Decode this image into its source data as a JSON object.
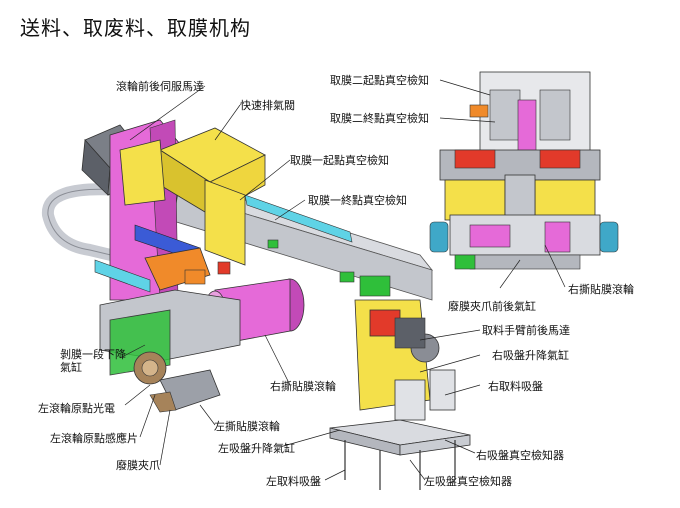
{
  "title": "送料、取废料、取膜机构",
  "labels": {
    "l1": "滾輪前後伺服馬達",
    "l2": "快速排氣閥",
    "l3": "取膜一起點真空檢知",
    "l4": "取膜一終點真空檢知",
    "l5": "取膜二起點真空檢知",
    "l6": "取膜二終點真空檢知",
    "l7": "右撕貼膜滾輪",
    "l8": "廢膜夾爪前後氣缸",
    "l9": "取料手臂前後馬達",
    "l10": "右吸盤升降氣缸",
    "l11": "剝膜一段下降氣缸",
    "l12": "右撕貼膜滾輪",
    "l13": "右取料吸盤",
    "l14": "左滾輪原點光電",
    "l15": "左撕貼膜滾輪",
    "l16": "左滾輪原點感應片",
    "l17": "左吸盤升降氣缸",
    "l18": "右吸盤真空檢知器",
    "l19": "廢膜夾爪",
    "l20": "左取料吸盤",
    "l21": "左吸盤真空檢知器"
  },
  "colors": {
    "yellow": "#f4e04a",
    "magenta": "#e56ad8",
    "cyan": "#5fd3e6",
    "blue": "#3b5bd6",
    "green": "#2fbf3a",
    "red": "#e23a2a",
    "orange": "#f08a2a",
    "gray": "#b9bcc4",
    "darkgray": "#6e727a"
  }
}
